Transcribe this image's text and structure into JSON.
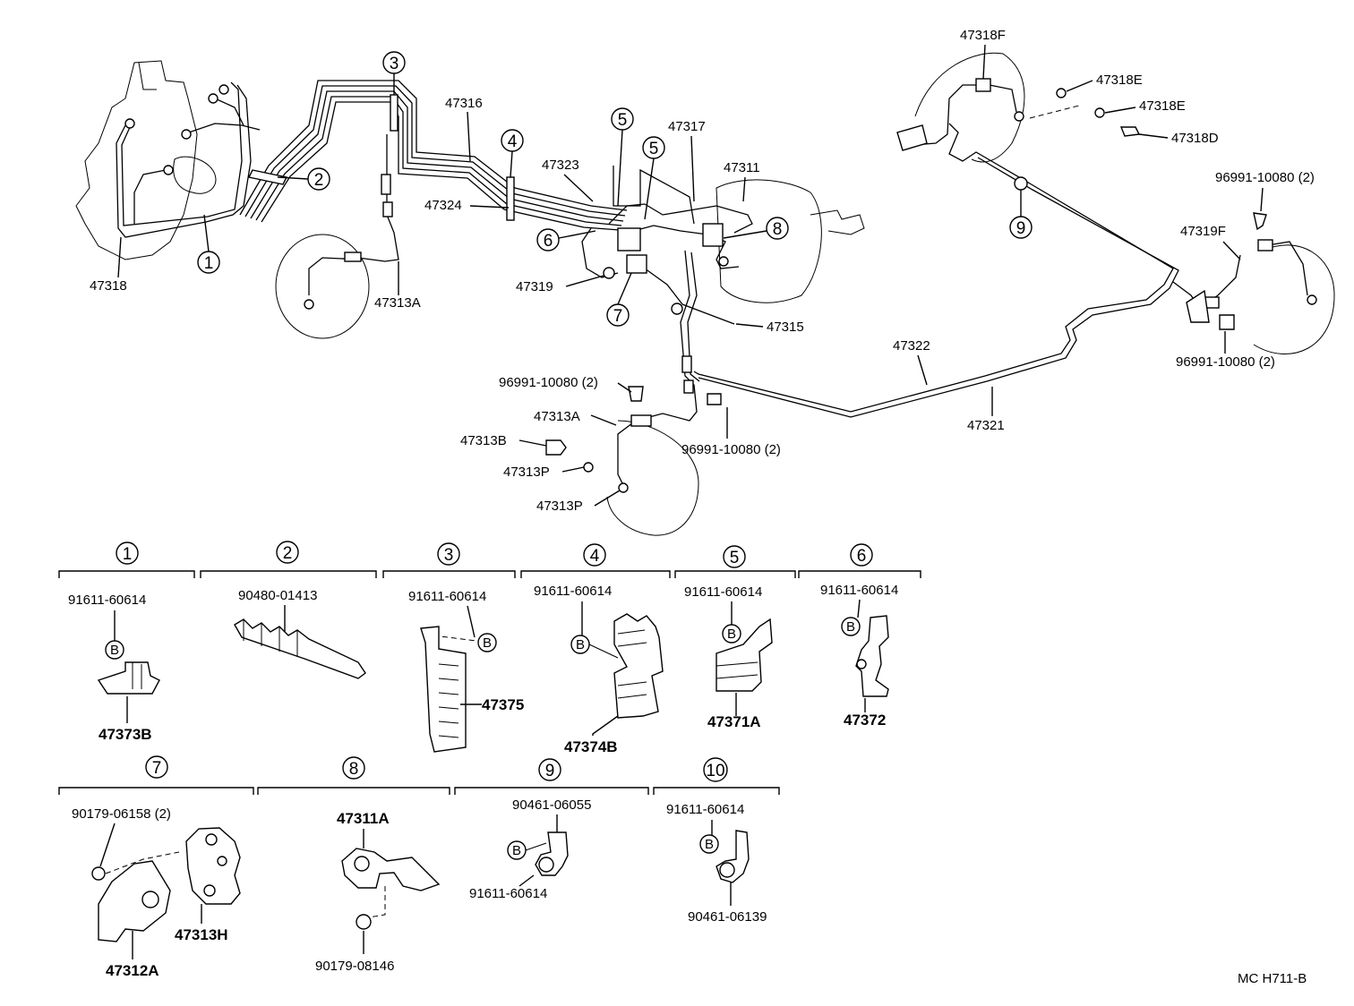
{
  "callouts": {
    "c1": "1",
    "c2": "2",
    "c3": "3",
    "c4": "4",
    "c5a": "5",
    "c5b": "5",
    "c6": "6",
    "c7": "7",
    "c8": "8",
    "c9": "9"
  },
  "labels": {
    "p47318": "47318",
    "p47313A_top": "47313A",
    "p47316": "47316",
    "p47323": "47323",
    "p47324": "47324",
    "p47317": "47317",
    "p47311": "47311",
    "p47319": "47319",
    "p47315": "47315",
    "p47318F": "47318F",
    "p47318E_1": "47318E",
    "p47318E_2": "47318E",
    "p47318D": "47318D",
    "p96991_tr": "96991-10080 (2)",
    "p47319F": "47319F",
    "p96991_rr": "96991-10080 (2)",
    "p47322": "47322",
    "p47321": "47321",
    "p96991_cl": "96991-10080 (2)",
    "p47313A_low": "47313A",
    "p47313B": "47313B",
    "p47313P_1": "47313P",
    "p47313P_2": "47313P",
    "p96991_cr": "96991-10080 (2)"
  },
  "details": [
    {
      "id": "1",
      "parts": [
        "91611-60614",
        "47373B"
      ],
      "badge": "B"
    },
    {
      "id": "2",
      "parts": [
        "90480-01413"
      ]
    },
    {
      "id": "3",
      "parts": [
        "91611-60614",
        "47375"
      ],
      "badge": "B"
    },
    {
      "id": "4",
      "parts": [
        "91611-60614",
        "47374B"
      ],
      "badge": "B"
    },
    {
      "id": "5",
      "parts": [
        "91611-60614",
        "47371A"
      ],
      "badge": "B"
    },
    {
      "id": "6",
      "parts": [
        "91611-60614",
        "47372"
      ],
      "badge": "B"
    },
    {
      "id": "7",
      "parts": [
        "90179-06158 (2)",
        "47313H",
        "47312A"
      ]
    },
    {
      "id": "8",
      "parts": [
        "47311A",
        "90179-08146"
      ]
    },
    {
      "id": "9",
      "parts": [
        "90461-06055",
        "91611-60614"
      ],
      "badge": "B"
    },
    {
      "id": "10",
      "parts": [
        "91611-60614",
        "90461-06139"
      ],
      "badge": "B"
    }
  ],
  "footer": {
    "code": "MC  H711-B"
  }
}
